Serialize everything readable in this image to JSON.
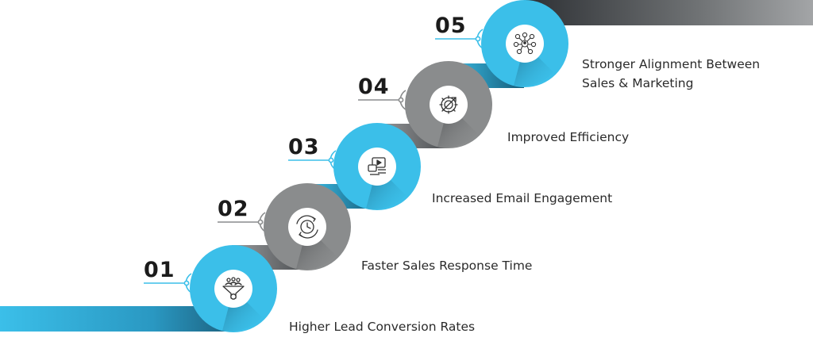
{
  "steps": [
    {
      "number": "01",
      "label": "Higher Lead Conversion Rates",
      "icon": "funnel-people-icon"
    },
    {
      "number": "02",
      "label": "Faster Sales Response Time",
      "icon": "clock-cycle-icon"
    },
    {
      "number": "03",
      "label": "Increased Email Engagement",
      "icon": "video-chat-icon"
    },
    {
      "number": "04",
      "label": "Improved Efficiency",
      "icon": "gear-arrow-icon"
    },
    {
      "number": "05",
      "label_line1": "Stronger Alignment Between",
      "label_line2": "Sales & Marketing",
      "icon": "network-people-icon"
    }
  ],
  "colors": {
    "blue": "#3bbfe9",
    "gray": "#8a8c8d",
    "dark": "#1b1b1b",
    "text": "#2a2a2a"
  }
}
